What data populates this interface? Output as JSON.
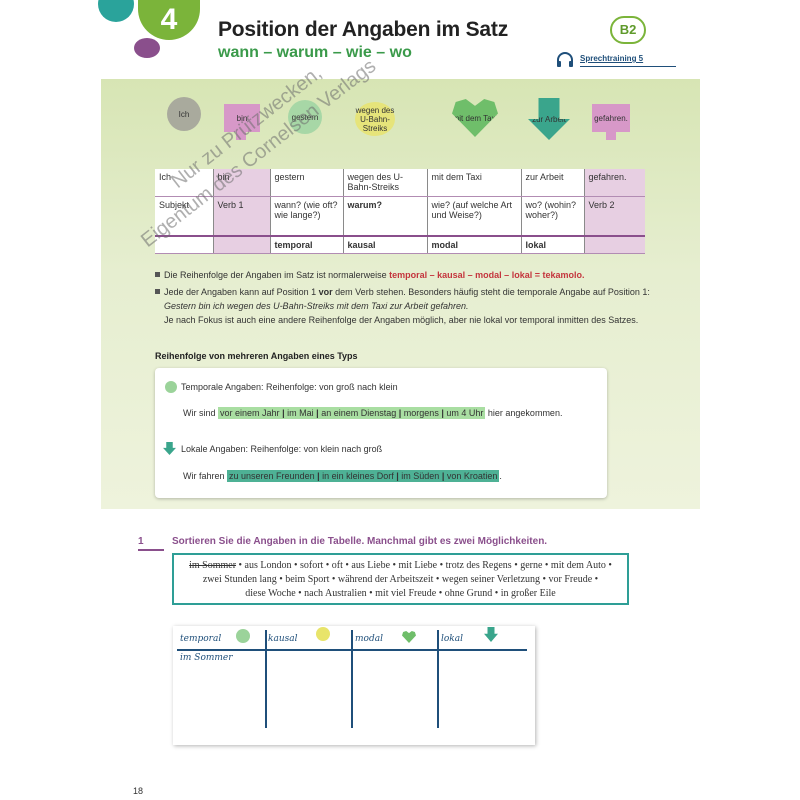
{
  "header": {
    "chapter_number": "4",
    "title": "Position der Angaben im Satz",
    "subtitle": "wann – warum – wie – wo",
    "level": "B2",
    "audio_label": "Sprechtraining 5"
  },
  "shapes": {
    "s1": "Ich",
    "s2": "bin",
    "s3": "gestern",
    "s4": "wegen des U-Bahn-Streiks",
    "s5": "mit dem Taxi",
    "s6": "zur Arbeit",
    "s7": "gefahren."
  },
  "grammar_table": {
    "row1": [
      "Ich",
      "bin",
      "gestern",
      "wegen des U-Bahn-Streiks",
      "mit dem Taxi",
      "zur Arbeit",
      "gefahren."
    ],
    "row2": [
      "Subjekt",
      "Verb 1",
      "wann? (wie oft? wie lange?)",
      "warum?",
      "wie? (auf welche Art und Weise?)",
      "wo? (wohin? woher?)",
      "Verb 2"
    ],
    "row3": [
      "",
      "",
      "temporal",
      "kausal",
      "modal",
      "lokal",
      ""
    ]
  },
  "rules": {
    "r1_text": "Die Reihenfolge der Angaben im Satz ist normalerweise",
    "r1_formula": "temporal – kausal – modal – lokal = tekamolo.",
    "r2_a": "Jede der Angaben kann auf Position 1",
    "r2_vor": "vor",
    "r2_b": "dem Verb stehen. Besonders häufig steht die temporale Angabe auf Position 1:",
    "r2_example": "Gestern bin ich wegen des U-Bahn-Streiks mit dem Taxi zur Arbeit gefahren.",
    "r2_c": "Je nach Fokus ist auch eine andere Reihenfolge der Angaben möglich, aber nie lokal vor temporal inmitten des Satzes."
  },
  "section_heading": "Reihenfolge von mehreren Angaben eines Typs",
  "examples": {
    "temporal_label": "Temporale Angaben: Reihenfolge: von groß nach klein",
    "temporal_start": "Wir sind",
    "temporal_parts": [
      "vor einem Jahr",
      "im Mai",
      "an einem Dienstag",
      "morgens",
      "um 4 Uhr"
    ],
    "temporal_end": "hier angekommen.",
    "lokal_label": "Lokale Angaben: Reihenfolge: von klein nach groß",
    "lokal_start": "Wir fahren",
    "lokal_parts": [
      "zu unseren Freunden",
      "in ein kleines Dorf",
      "im Süden",
      "von Kroatien"
    ],
    "lokal_end": "."
  },
  "exercise": {
    "number": "1",
    "instruction": "Sortieren Sie die Angaben in die Tabelle. Manchmal gibt es zwei Möglichkeiten.",
    "words_line1_struck": "im Sommer",
    "words_line1": "• aus London • sofort • oft • aus Liebe • mit Liebe • trotz des Regens • gerne • mit dem Auto •",
    "words_line2": "zwei Stunden lang • beim Sport • während der Arbeitszeit • wegen seiner Verletzung • vor Freude •",
    "words_line3": "diese Woche • nach Australien • mit viel Freude • ohne Grund • in großer Eile",
    "table_headers": [
      "temporal",
      "kausal",
      "modal",
      "lokal"
    ],
    "table_entry": "im Sommer"
  },
  "page_number": "18",
  "watermark": {
    "line1": "Nur zu Prüfzwecken,",
    "line2": "Eigentum des Cornelsen Verlags"
  },
  "colors": {
    "green_accent": "#7bb43a",
    "purple": "#8a4f8c",
    "teal": "#2e9e96",
    "rule_red": "#c4353d"
  }
}
